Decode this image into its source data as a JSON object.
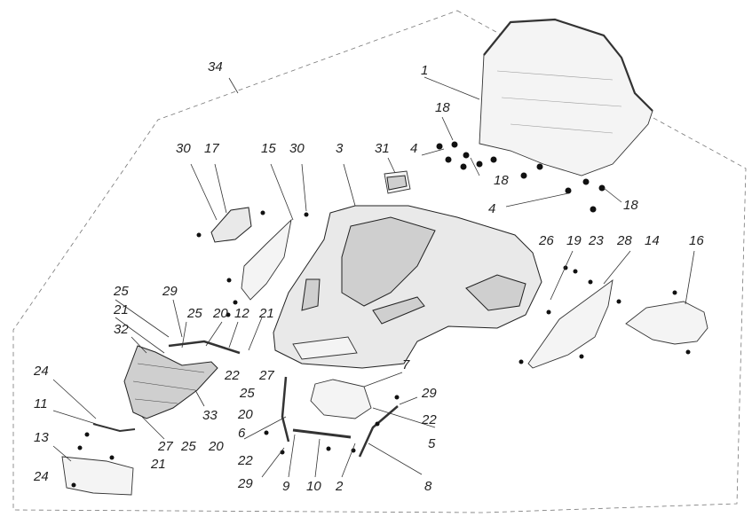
{
  "diagram": {
    "callouts": [
      {
        "id": "c34",
        "text": "34"
      },
      {
        "id": "c1",
        "text": "1"
      },
      {
        "id": "c18a",
        "text": "18"
      },
      {
        "id": "c4a",
        "text": "4"
      },
      {
        "id": "c18b",
        "text": "18"
      },
      {
        "id": "c4b",
        "text": "4"
      },
      {
        "id": "c18c",
        "text": "18"
      },
      {
        "id": "c30a",
        "text": "30"
      },
      {
        "id": "c17",
        "text": "17"
      },
      {
        "id": "c15",
        "text": "15"
      },
      {
        "id": "c30b",
        "text": "30"
      },
      {
        "id": "c3",
        "text": "3"
      },
      {
        "id": "c31",
        "text": "31"
      },
      {
        "id": "c26",
        "text": "26"
      },
      {
        "id": "c19",
        "text": "19"
      },
      {
        "id": "c23",
        "text": "23"
      },
      {
        "id": "c28",
        "text": "28"
      },
      {
        "id": "c14",
        "text": "14"
      },
      {
        "id": "c16",
        "text": "16"
      },
      {
        "id": "c25a",
        "text": "25"
      },
      {
        "id": "c29a",
        "text": "29"
      },
      {
        "id": "c21a",
        "text": "21"
      },
      {
        "id": "c25b",
        "text": "25"
      },
      {
        "id": "c20a",
        "text": "20"
      },
      {
        "id": "c12",
        "text": "12"
      },
      {
        "id": "c21b",
        "text": "21"
      },
      {
        "id": "c32",
        "text": "32"
      },
      {
        "id": "c22a",
        "text": "22"
      },
      {
        "id": "c25c",
        "text": "25"
      },
      {
        "id": "c27a",
        "text": "27"
      },
      {
        "id": "c7",
        "text": "7"
      },
      {
        "id": "c29b",
        "text": "29"
      },
      {
        "id": "c24a",
        "text": "24"
      },
      {
        "id": "c11",
        "text": "11"
      },
      {
        "id": "c33",
        "text": "33"
      },
      {
        "id": "c20b",
        "text": "20"
      },
      {
        "id": "c22b",
        "text": "22"
      },
      {
        "id": "c6",
        "text": "6"
      },
      {
        "id": "c5",
        "text": "5"
      },
      {
        "id": "c13",
        "text": "13"
      },
      {
        "id": "c27b",
        "text": "27"
      },
      {
        "id": "c25d",
        "text": "25"
      },
      {
        "id": "c20c",
        "text": "20"
      },
      {
        "id": "c21c",
        "text": "21"
      },
      {
        "id": "c22c",
        "text": "22"
      },
      {
        "id": "c24b",
        "text": "24"
      },
      {
        "id": "c29c",
        "text": "29"
      },
      {
        "id": "c9",
        "text": "9"
      },
      {
        "id": "c10",
        "text": "10"
      },
      {
        "id": "c2",
        "text": "2"
      },
      {
        "id": "c8",
        "text": "8"
      }
    ]
  }
}
